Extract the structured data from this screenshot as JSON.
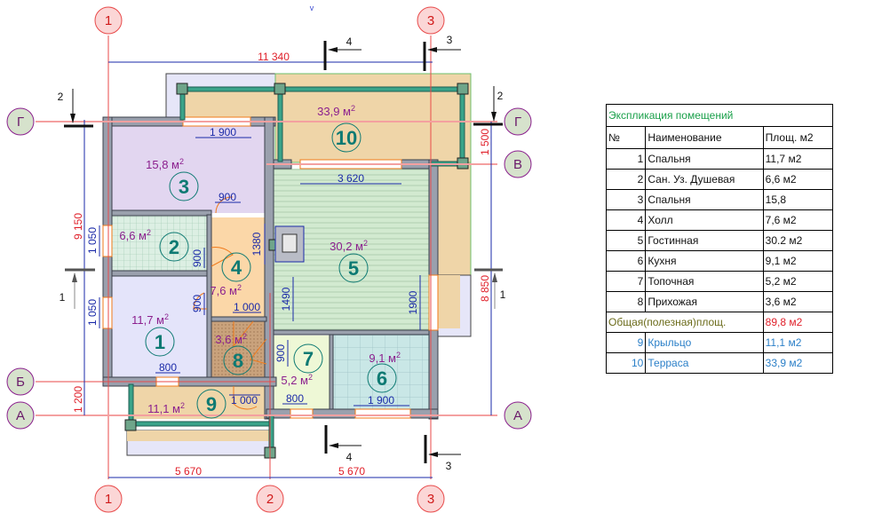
{
  "explication": {
    "title": "Экспликация помещений",
    "headers": {
      "no": "№",
      "name": "Наименование",
      "area": "Площ. м2"
    },
    "rows": [
      {
        "no": "1",
        "name": "Спальня",
        "area": "11,7 м2"
      },
      {
        "no": "2",
        "name": "Сан. Уз. Душевая",
        "area": "6,6 м2"
      },
      {
        "no": "3",
        "name": "Спальня",
        "area": "15,8"
      },
      {
        "no": "4",
        "name": "Холл",
        "area": "7,6 м2"
      },
      {
        "no": "5",
        "name": "Гостинная",
        "area": "30.2 м2"
      },
      {
        "no": "6",
        "name": "Кухня",
        "area": "9,1 м2"
      },
      {
        "no": "7",
        "name": "Топочная",
        "area": "5,2 м2"
      },
      {
        "no": "8",
        "name": "Прихожая",
        "area": "3,6 м2"
      }
    ],
    "total": {
      "label": "Общая(полезная)площ.",
      "area": "89,8 м2"
    },
    "extra_rows": [
      {
        "no": "9",
        "name": "Крыльцо",
        "area": "11,1 м2"
      },
      {
        "no": "10",
        "name": "Терраса",
        "area": "33,9 м2"
      }
    ]
  },
  "rooms": [
    {
      "number": "1",
      "area": "11,7 м"
    },
    {
      "number": "2",
      "area": "6,6 м"
    },
    {
      "number": "3",
      "area": "15,8 м"
    },
    {
      "number": "4",
      "area": "7,6 м"
    },
    {
      "number": "5",
      "area": "30,2 м"
    },
    {
      "number": "6",
      "area": "9,1 м"
    },
    {
      "number": "7",
      "area": "5,2 м"
    },
    {
      "number": "8",
      "area": "3,6 м"
    },
    {
      "number": "9",
      "area": "11,1 м"
    },
    {
      "number": "10",
      "area": "33,9 м"
    }
  ],
  "area_sup": "2",
  "axes": {
    "numeric": [
      "1",
      "2",
      "3"
    ],
    "letters": [
      "Г",
      "В",
      "Б",
      "А"
    ]
  },
  "dimensions": {
    "overall_width": "11 340",
    "bottom_left": "5 670",
    "bottom_right": "5 670",
    "left_total": "9 150",
    "left_porch": "1 200",
    "right_total": "8 850",
    "right_terrace": "1 500",
    "win_room3": "1 900",
    "win_room5": "3 620",
    "win_room2": "1 050",
    "win_room1": "1 050",
    "door_room3": "900",
    "door_room2": "900",
    "door_room1": "900",
    "fireplace": "1380",
    "wall_1490": "1490",
    "door_hall_1000": "1 000",
    "opening_1900": "1900",
    "door_room7": "900",
    "win_room1_bottom": "800",
    "door_porch": "1 000",
    "win_room7": "800",
    "win_room6": "1 900"
  },
  "sections": [
    "1",
    "2",
    "3",
    "4"
  ],
  "marker_v": "v",
  "colors": {
    "room1": "#e4e4fa",
    "room2": "#d8ecdf",
    "room3": "#e2d6f0",
    "room4": "#fbd7a8",
    "room5": "#cfe8cf",
    "room6": "#c9e7e6",
    "room7": "#eef8d6",
    "room8": "#c8a07a",
    "terrace": "#efd5a8",
    "axis_num_fill": "#fbd6d6",
    "axis_letter_fill": "#d6e2cc"
  }
}
